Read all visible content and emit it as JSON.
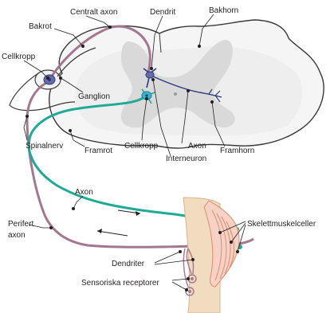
{
  "labels": {
    "bakrot": "Bakrot",
    "centralt_axon": "Centralt axon",
    "dendrit": "Dendrit",
    "bakhorn": "Bakhorn",
    "cellkropp_ganglion": "Cellkropp",
    "ganglion": "Ganglion",
    "spinalnerv": "Spinalnerv",
    "framrot": "Framrot",
    "cellkropp_horn": "Cellkropp",
    "axon_upper": "Axon",
    "interneuron": "Interneuron",
    "framhorn": "Framhorn",
    "axon_lower": "Axon",
    "perifert_axon_line1": "Perifert",
    "perifert_axon_line2": "axon",
    "skelettmuskelceller": "Skelettmuskelceller",
    "dendriter": "Dendriter",
    "sensoriska_receptorer": "Sensoriska receptorer"
  },
  "colors": {
    "sensory_neuron": "#a3778d",
    "motor_neuron": "#1faa94",
    "interneuron": "#2b3a7a",
    "white_matter": "#f5f5f5",
    "gray_matter": "#d9d9d9",
    "outline": "#3a3a3a",
    "skin": "#f2dcc0",
    "muscle": "#e08a70"
  }
}
